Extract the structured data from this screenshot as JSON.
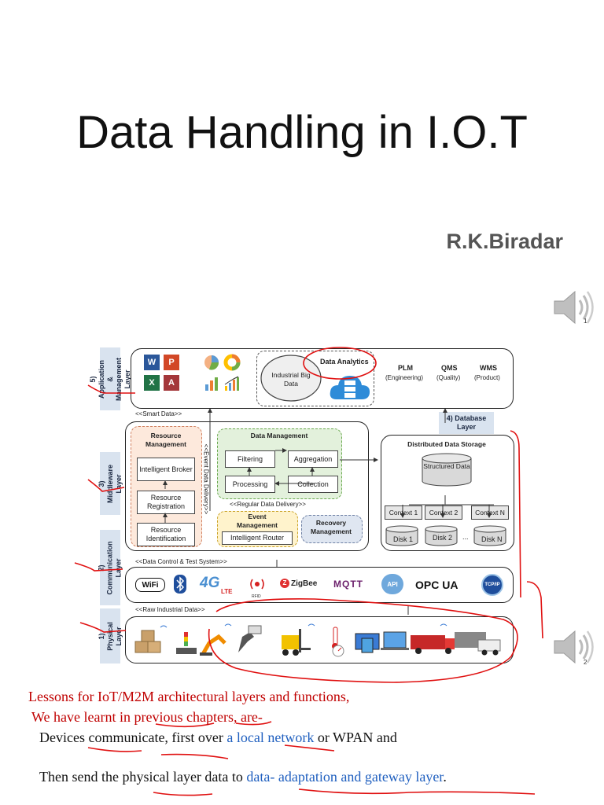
{
  "slide": {
    "title": "Data Handling in I.O.T",
    "author": "R.K.Biradar",
    "slide_numbers": [
      "1",
      "2"
    ]
  },
  "diagram": {
    "layers": {
      "application": "5) Application & Management Layer",
      "middleware": "3) Middleware Layer",
      "communication": "2) Communication Layer",
      "physical": "1) Physical Layer",
      "database": "4) Database Layer"
    },
    "app_layer": {
      "big_data": "Industrial Big Data",
      "analytics": "Data Analytics",
      "systems": [
        {
          "name": "PLM",
          "sub": "(Engineering)"
        },
        {
          "name": "QMS",
          "sub": "(Quality)"
        },
        {
          "name": "WMS",
          "sub": "(Product)"
        }
      ]
    },
    "flows": {
      "smart_data": "<<Smart Data>>",
      "event_delivery": "<<Event Data Delivery>>",
      "regular_delivery": "<<Regular Data Delivery>>",
      "control_test": "<<Data Control & Test System>>",
      "raw_data": "<<Raw Industrial Data>>"
    },
    "resource_mgmt": {
      "title": "Resource Management",
      "items": [
        "Intelligent Broker",
        "Resource Registration",
        "Resource Identification"
      ]
    },
    "data_mgmt": {
      "title": "Data Management",
      "filtering": "Filtering",
      "aggregation": "Aggregation",
      "processing": "Processing",
      "collection": "Collection"
    },
    "event_mgmt": {
      "title": "Event Management",
      "router": "Intelligent Router"
    },
    "recovery": "Recovery Management",
    "storage": {
      "title": "Distributed Data Storage",
      "structured": "Structured Data",
      "contexts": [
        "Context 1",
        "Context 2",
        "Context N"
      ],
      "disks": [
        "Disk 1",
        "Disk 2",
        "Disk N"
      ],
      "ellipsis": "..."
    },
    "protocols": {
      "wifi": "WiFi",
      "lte_4g": "4G",
      "lte": "LTE",
      "rfid": "RFID",
      "zigbee": "ZigBee",
      "mqtt": "MQTT",
      "api": "API",
      "opcua": "OPC UA",
      "tcpip": "TCP/IP"
    }
  },
  "body_text": {
    "line1": "Lessons for IoT/M2M architectural layers and functions,",
    "line2": "We have learnt in previous chapters, are-",
    "bullet_glyph": "",
    "bullet1_a": "Devices communicate, first over ",
    "bullet1_b": "a local network",
    "bullet1_c": " or WPAN and",
    "bullet2_a": "Then send the physical layer data to ",
    "bullet2_b": "data- adaptation and gateway layer",
    "bullet2_c": "."
  },
  "colors": {
    "annotation_red": "#e01010",
    "lesson_red": "#c00000",
    "link_blue": "#1f5fbf",
    "layer_tag_bg": "#d9e3ef",
    "resource_fill": "#fde9dc",
    "data_mgmt_fill": "#e3f1dc",
    "event_fill": "#fff3cc",
    "recovery_fill": "#dfe6f1"
  }
}
